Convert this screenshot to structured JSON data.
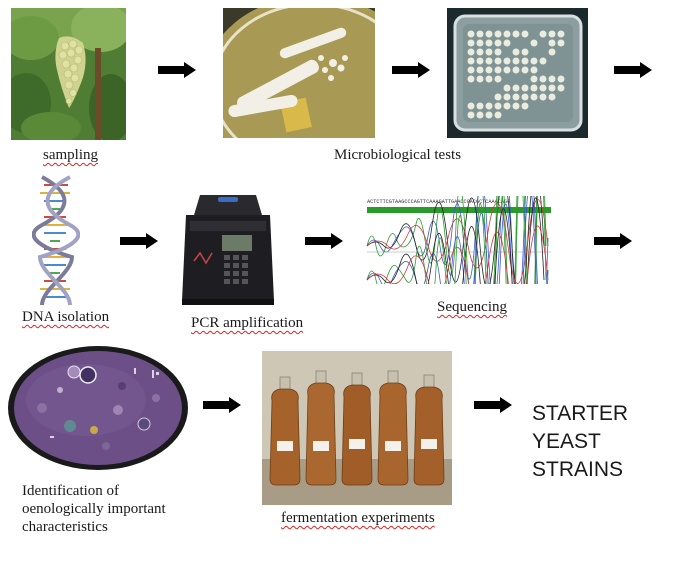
{
  "steps": {
    "sampling": "sampling",
    "micro_tests": "Microbiological tests",
    "dna_isolation": "DNA isolation",
    "pcr": "PCR amplification",
    "sequencing": "Sequencing",
    "identification": [
      "Identification of",
      "oenologically important",
      "characteristics"
    ],
    "fermentation": "fermentation experiments",
    "final_result": [
      "STARTER YEAST",
      "STRAINS"
    ]
  },
  "sequence_text": "ACTCTTCGTAAGCCCAGTTCAAAGATTGAACCGACGCTCAAACAGG",
  "colors": {
    "arrow": "#000000",
    "leaf_green": "#5e8a3a",
    "grape": "#d6d99a",
    "agar": "#a89a55",
    "colony": "#f2f0e6",
    "plate_purple": "#6b4f86",
    "jar_liquid": "#a5622a",
    "seq_bar": "#2a9a2a",
    "misspell_underline": "#dd2222"
  }
}
